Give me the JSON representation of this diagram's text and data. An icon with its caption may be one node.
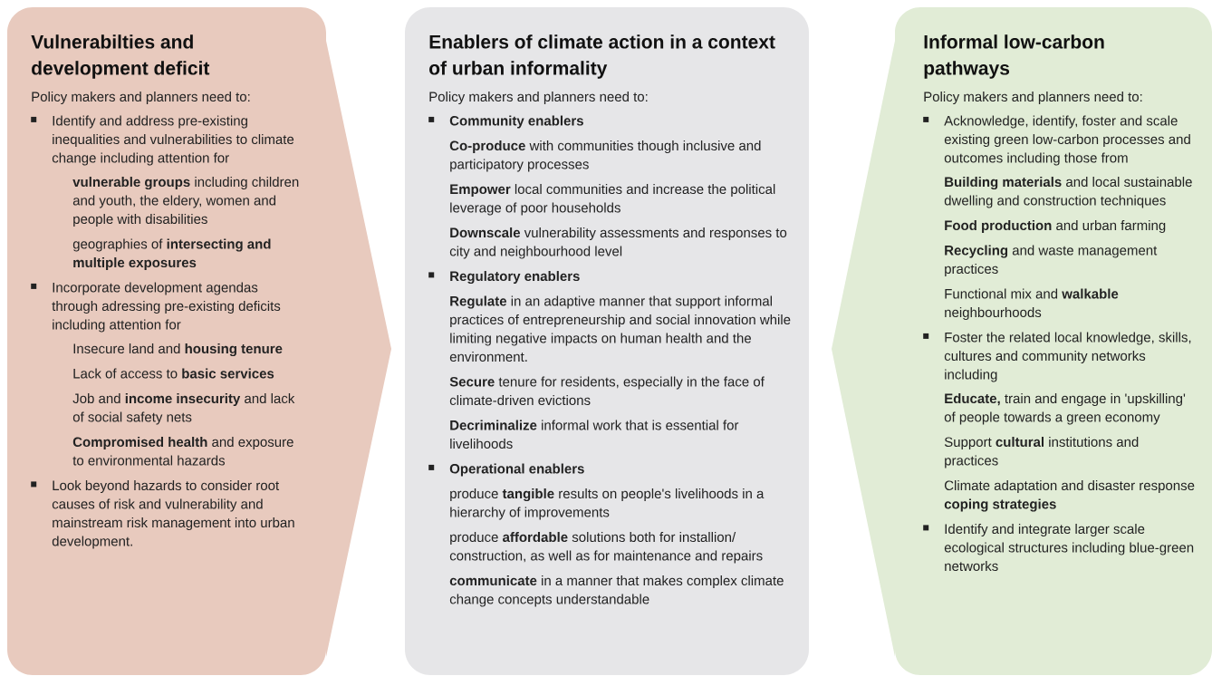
{
  "diagram": {
    "nodes": [
      {
        "text": [
          "Vulnerabilties and development deficit",
          "Policy makers and planners need to:",
          "Identify and address pre-existing inequalities and vulnerabilities to climate change including attention for",
          "**vulnerable groups** including children and youth, the eldery, women and people with disabilities",
          "geographies of **intersecting and multiple exposures**",
          "Incorporate development agendas through adressing pre-existing deficits including attention for",
          "Insecure land and **housing tenure**",
          "Lack of access to **basic services**",
          "Job and **income insecurity** and lack of social safety nets",
          "**Compromised health** and exposure to environmental hazards",
          "Look beyond hazards to consider root causes of risk and vulnerability and mainstream risk management into urban development."
        ]
      },
      {
        "text": [
          "Enablers of climate action in a context of urban informality",
          "Policy makers and planners need to:",
          "Community enablers",
          "**Co-produce** with communities though inclusive and participatory processes",
          "**Empower** local communities and increase the political leverage of poor households",
          "**Downscale** vulnerability assessments and responses to city and neighbourhood level",
          "Regulatory enablers",
          "**Regulate** in an adaptive manner that support informal practices of entrepreneurship and social innovation while limiting negative impacts on human health and the environment.",
          "**Secure** tenure for residents, especially in the face of climate-driven evictions",
          "**Decriminalize** informal work that is essential for livelihoods",
          "Operational enablers",
          "produce **tangible** results on people's livelihoods in a hierarchy of improvements",
          "produce **affordable** solutions both for installion/ construction, as well as for maintenance and repairs",
          "**communicate** in a manner that makes complex climate change concepts understandable"
        ]
      },
      {
        "text": [
          "Informal low-carbon pathways",
          "Policy makers and planners need to:",
          "Acknowledge, identify, foster and scale existing green low-carbon processes and outcomes including those from",
          "**Building materials** and local sustainable dwelling and construction techniques",
          "**Food production** and urban farming",
          "**Recycling** and waste management practices",
          "Functional mix and **walkable** neighbourhoods",
          "Foster the related local knowledge, skills, cultures and community networks including",
          "**Educate,** train and engage in 'upskilling' of people towards a green economy",
          "Support **cultural** institutions and practices",
          "Climate adaptation and disaster response **coping strategies**",
          "Identify and integrate larger scale ecological structures including blue-green networks"
        ]
      }
    ]
  }
}
